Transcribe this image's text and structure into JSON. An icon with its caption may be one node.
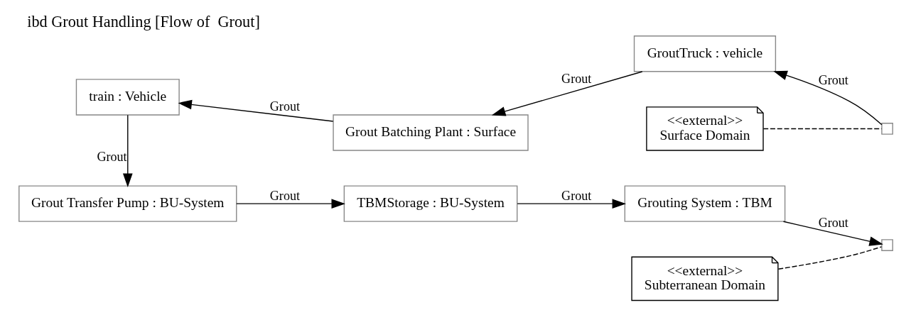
{
  "diagram": {
    "title": "ibd Grout Handling [Flow of  Grout]",
    "nodes": [
      {
        "text": [
          "train : Vehicle"
        ]
      },
      {
        "text": [
          "Grout Batching Plant : Surface"
        ]
      },
      {
        "text": [
          "GroutTruck : vehicle"
        ]
      },
      {
        "text": [
          "Grout Transfer Pump : BU-System"
        ]
      },
      {
        "text": [
          "TBMStorage : BU-System"
        ]
      },
      {
        "text": [
          "Grouting System : TBM"
        ]
      },
      {
        "text": [
          "<<external>>",
          "Surface Domain"
        ]
      },
      {
        "text": [
          "<<external>>",
          "Subterranean Domain"
        ]
      },
      {
        "text": [],
        "shape": "box"
      },
      {
        "text": [],
        "shape": "box"
      }
    ],
    "edges": [
      {
        "from": 8,
        "to": 2,
        "arrow": "to",
        "label": "Grout"
      },
      {
        "from": 2,
        "to": 1,
        "arrow": "to",
        "label": "Grout"
      },
      {
        "from": 1,
        "to": 0,
        "arrow": "to",
        "label": "Grout"
      },
      {
        "from": 0,
        "to": 3,
        "arrow": "to",
        "label": "Grout"
      },
      {
        "from": 3,
        "to": 4,
        "arrow": "to",
        "label": "Grout"
      },
      {
        "from": 4,
        "to": 5,
        "arrow": "to",
        "label": "Grout"
      },
      {
        "from": 5,
        "to": 9,
        "arrow": "to",
        "label": "Grout"
      },
      {
        "from": 6,
        "to": 8,
        "arrow": "none",
        "style": "dashed"
      },
      {
        "from": 7,
        "to": 9,
        "arrow": "none",
        "style": "dashed"
      }
    ]
  }
}
